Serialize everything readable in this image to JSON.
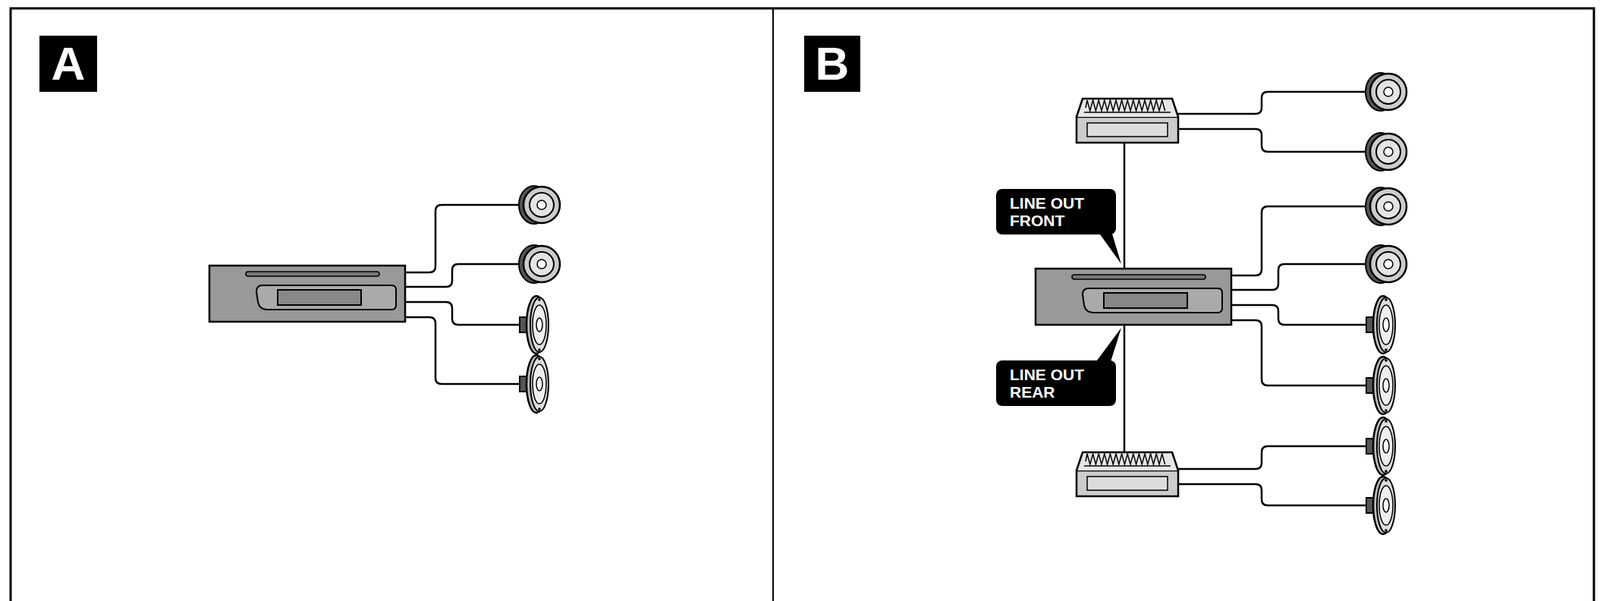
{
  "diagram": {
    "nodes": [
      {
        "text": [
          "A"
        ]
      },
      {
        "text": [
          "B"
        ]
      },
      {
        "text": [
          "LINE OUT FRONT"
        ]
      },
      {
        "text": [
          "LINE OUT REAR"
        ]
      }
    ],
    "edges": []
  }
}
